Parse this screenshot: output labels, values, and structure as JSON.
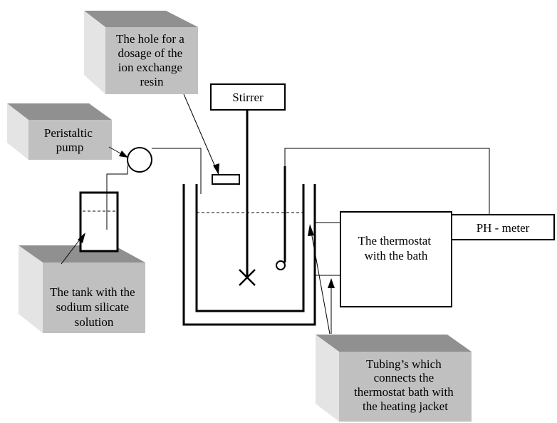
{
  "labels": {
    "hole": [
      "The hole for a",
      "dosage of the",
      "ion exchange",
      "resin"
    ],
    "pump": [
      "Peristaltic",
      "pump"
    ],
    "tank": [
      "The tank with the",
      "sodium silicate",
      "solution"
    ],
    "stirrer": "Stirrer",
    "thermostat": [
      "The thermostat",
      "with the bath"
    ],
    "ph_meter": "PH - meter",
    "tubing": [
      "Tubing’s which",
      "connects the",
      "thermostat bath with",
      "the heating jacket"
    ]
  },
  "colors": {
    "callout_face": "#c0c0c0",
    "callout_top": "#909090",
    "callout_side": "#e4e4e4",
    "line": "#000000"
  }
}
